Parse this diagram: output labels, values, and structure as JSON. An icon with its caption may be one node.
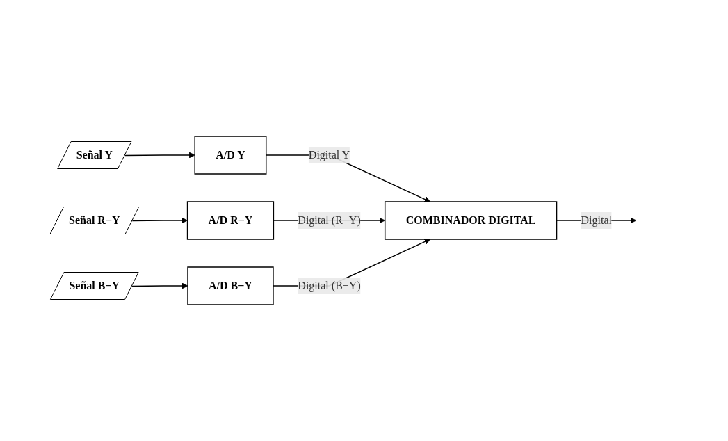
{
  "diagram": {
    "nodes": [
      {
        "text": [
          "Señal Y"
        ]
      },
      {
        "text": [
          "A/D Y"
        ]
      },
      {
        "text": [
          "Señal R−Y"
        ]
      },
      {
        "text": [
          "A/D R−Y"
        ]
      },
      {
        "text": [
          "COMBINADOR DIGITAL"
        ]
      },
      {
        "text": [
          "Señal B−Y"
        ]
      },
      {
        "text": [
          "A/D B−Y"
        ]
      }
    ],
    "edges": [
      {
        "from": 0,
        "to": 1,
        "arrow": "to"
      },
      {
        "from": 1,
        "to": 4,
        "arrow": "to",
        "label": "Digital Y"
      },
      {
        "from": 2,
        "to": 3,
        "arrow": "to"
      },
      {
        "from": 3,
        "to": 4,
        "arrow": "to",
        "label": "Digital (R−Y)"
      },
      {
        "from": 5,
        "to": 6,
        "arrow": "to"
      },
      {
        "from": 6,
        "to": 4,
        "arrow": "to",
        "label": "Digital (B−Y)"
      },
      {
        "from": 4,
        "to": null,
        "arrow": "to",
        "label": "Digital"
      }
    ]
  }
}
